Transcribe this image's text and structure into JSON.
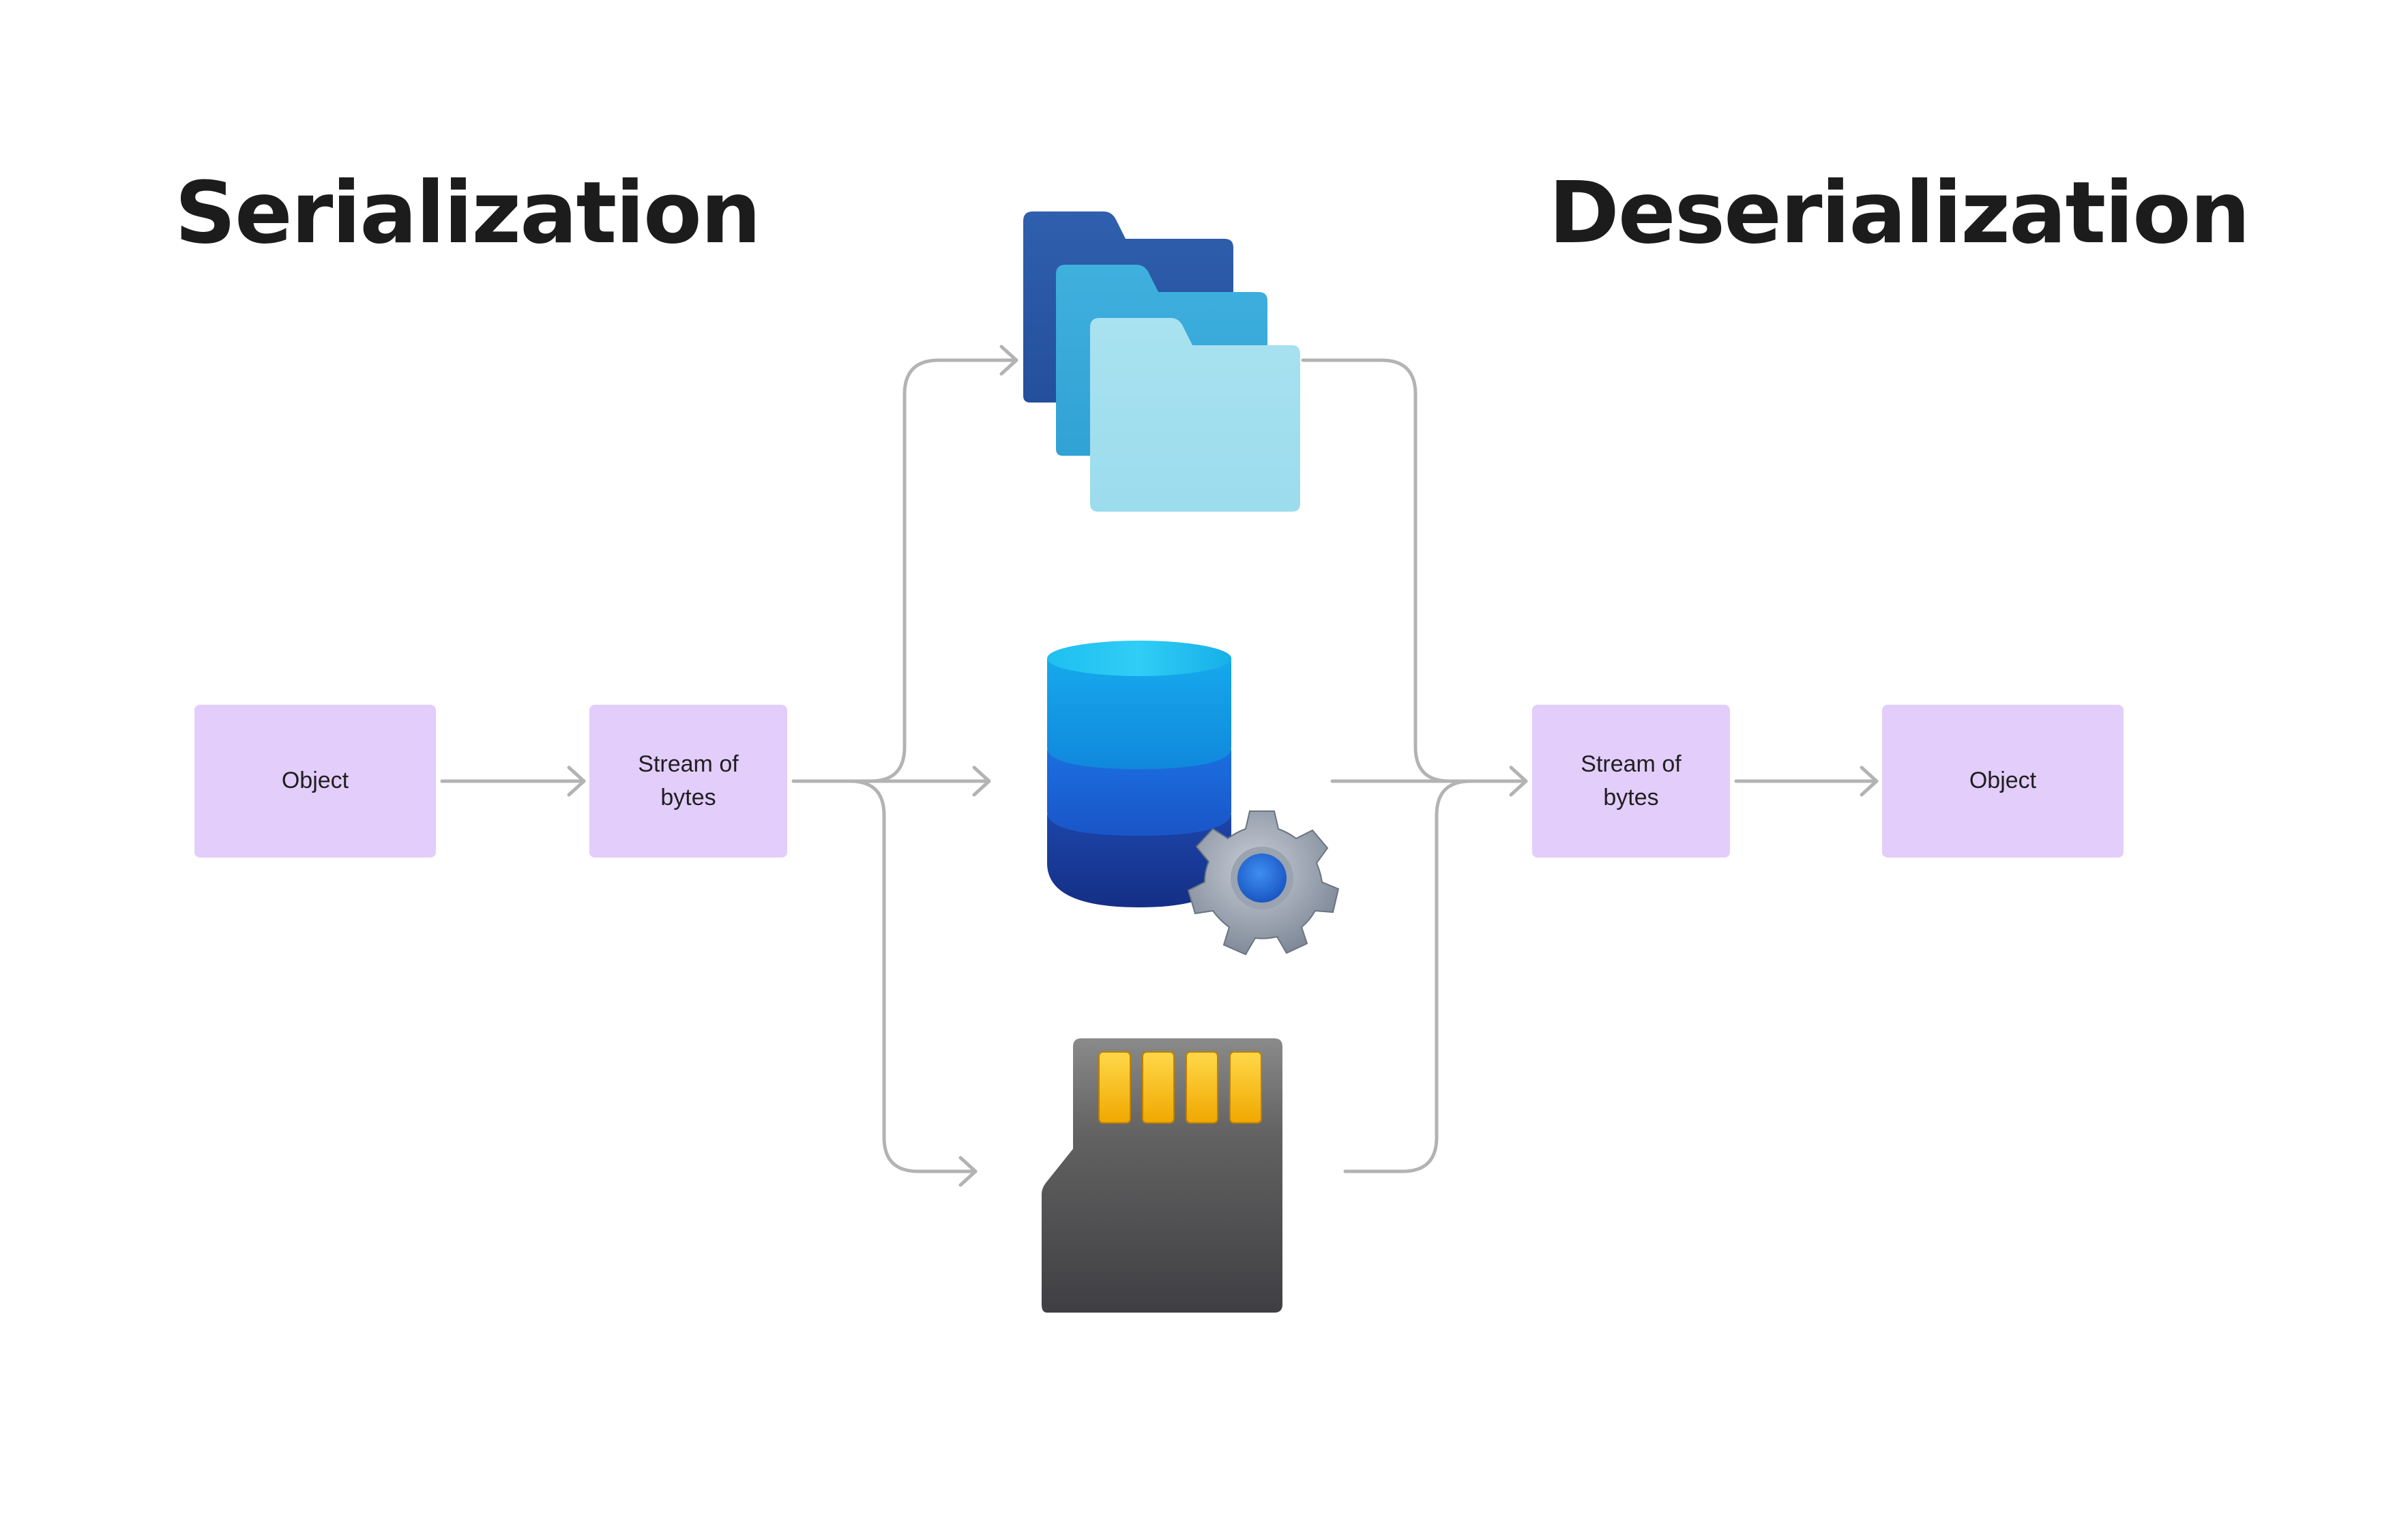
{
  "headings": {
    "serialization": "Serialization",
    "deserialization": "Deserialization"
  },
  "nodes": {
    "object_left": "Object",
    "stream_left": "Stream of bytes",
    "stream_right": "Stream of bytes",
    "object_right": "Object"
  },
  "icons": {
    "storage_targets": [
      "folders-icon",
      "database-gear-icon",
      "memory-card-icon"
    ]
  },
  "colors": {
    "node_fill": "#e3cdfb",
    "connector": "#b3b3b3",
    "heading_text": "#1c1c1c"
  }
}
